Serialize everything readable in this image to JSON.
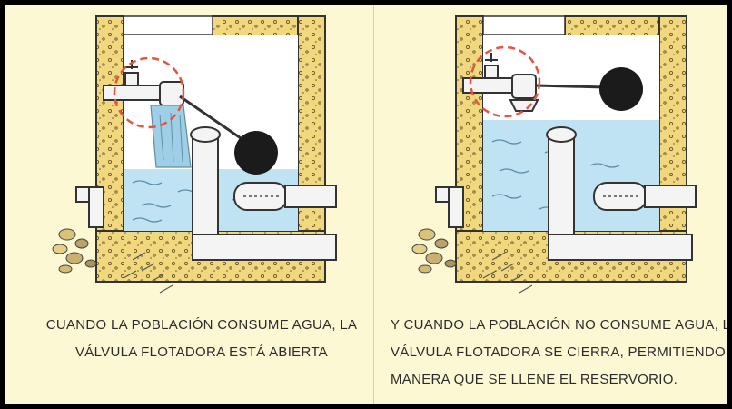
{
  "left_panel": {
    "caption_lines": [
      "CUANDO LA POBLACIÓN CONSUME AGUA, LA",
      "VÁLVULA FLOTADORA ESTÁ ABIERTA"
    ]
  },
  "right_panel": {
    "caption_lines": [
      "Y CUANDO LA POBLACIÓN NO CONSUME AGUA, LA",
      "VÁLVULA FLOTADORA SE CIERRA, PERMITIENDO DE ESTA",
      "MANERA QUE SE LLENE EL RESERVORIO."
    ]
  },
  "colors": {
    "background": "#fdf8d4",
    "concrete": "#f1d77e",
    "water": "#bfe3f3",
    "float_ball": "#1b1b1b",
    "highlight_circle": "#e2553f"
  }
}
